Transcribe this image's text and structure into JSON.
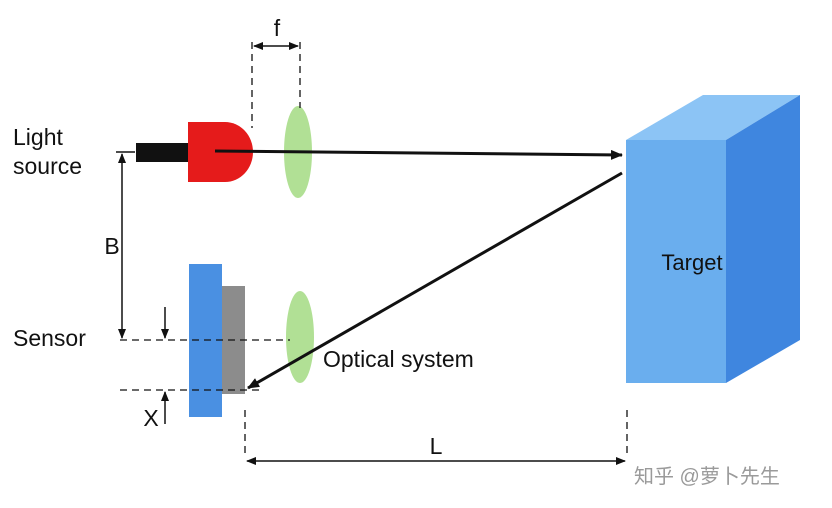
{
  "labels": {
    "light_source_line1": "Light",
    "light_source_line2": "source",
    "sensor": "Sensor",
    "optical_system": "Optical system",
    "target": "Target",
    "focal_length": "f",
    "baseline": "B",
    "offset": "X",
    "distance": "L"
  },
  "watermark": "知乎 @萝卜先生",
  "colors": {
    "laser_body": "#e51b1b",
    "laser_rod": "#111111",
    "lens": "#a8dd8a",
    "sensor_board": "#4a90e2",
    "sensor_chip": "#8c8c8c",
    "target_front": "#6aaeee",
    "target_top": "#8cc4f5",
    "target_side": "#3f86df",
    "beam": "#111111"
  }
}
